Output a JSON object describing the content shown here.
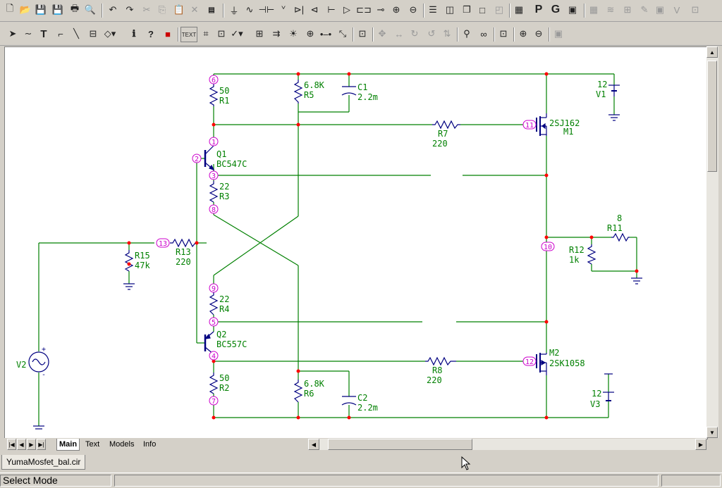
{
  "toolbar1": {
    "icons": [
      "new-file-icon",
      "open-folder-icon",
      "save-icon",
      "save-all-icon",
      "print-icon",
      "print-preview-icon",
      "undo-icon",
      "redo-icon",
      "cut-icon",
      "copy-icon",
      "paste-icon",
      "delete-icon",
      "select-all-icon",
      "ground-icon",
      "resistor-icon",
      "capacitor-icon",
      "inductor-icon",
      "diode-icon",
      "zener-icon",
      "npn-icon",
      "opamp-icon",
      "battery-icon",
      "isource-icon",
      "vsource-icon",
      "tile-horizontal-icon",
      "tile-vertical-icon",
      "cascade-icon",
      "maximize-icon",
      "restore-icon",
      "calculator-icon",
      "pin-icon",
      "grid-icon",
      "window-icon"
    ],
    "p_label": "P",
    "g_label": "G"
  },
  "toolbar2": {
    "text_label": "TEXT",
    "icons": [
      "select-arrow-icon",
      "wire-icon",
      "text-tool-icon",
      "line-icon",
      "diagonal-line-icon",
      "info-icon",
      "help-icon",
      "flag-icon"
    ]
  },
  "schematic": {
    "components": {
      "R1": {
        "name": "R1",
        "value": "50"
      },
      "R2": {
        "name": "R2",
        "value": "50"
      },
      "R3": {
        "name": "R3",
        "value": "22"
      },
      "R4": {
        "name": "R4",
        "value": "22"
      },
      "R5": {
        "name": "R5",
        "value": "6.8K"
      },
      "R6": {
        "name": "R6",
        "value": "6.8K"
      },
      "R7": {
        "name": "R7",
        "value": "220"
      },
      "R8": {
        "name": "R8",
        "value": "220"
      },
      "R11": {
        "name": "R11",
        "value": "8"
      },
      "R12": {
        "name": "R12",
        "value": "1k"
      },
      "R13": {
        "name": "R13",
        "value": "220"
      },
      "R15": {
        "name": "R15",
        "value": "47k"
      },
      "C1": {
        "name": "C1",
        "value": "2.2m"
      },
      "C2": {
        "name": "C2",
        "value": "2.2m"
      },
      "Q1": {
        "name": "Q1",
        "value": "BC547C"
      },
      "Q2": {
        "name": "Q2",
        "value": "BC557C"
      },
      "M1": {
        "name": "M1",
        "value": "2SJ162"
      },
      "M2": {
        "name": "M2",
        "value": "2SK1058"
      },
      "V1": {
        "name": "V1",
        "value": "12"
      },
      "V3": {
        "name": "V3",
        "value": "12"
      },
      "V2": {
        "name": "V2"
      }
    },
    "nodes": [
      "1",
      "2",
      "3",
      "4",
      "5",
      "6",
      "7",
      "8",
      "9",
      "10",
      "11",
      "12",
      "13"
    ],
    "colors": {
      "wire": "#008000",
      "component": "#000080",
      "node": "#cc00cc",
      "dot": "#ff0000",
      "label": "#008000"
    }
  },
  "tabs": [
    "Main",
    "Text",
    "Models",
    "Info"
  ],
  "active_tab": "Main",
  "file_tab": "YumaMosfet_bal.cir",
  "status": {
    "mode": "Select Mode"
  }
}
